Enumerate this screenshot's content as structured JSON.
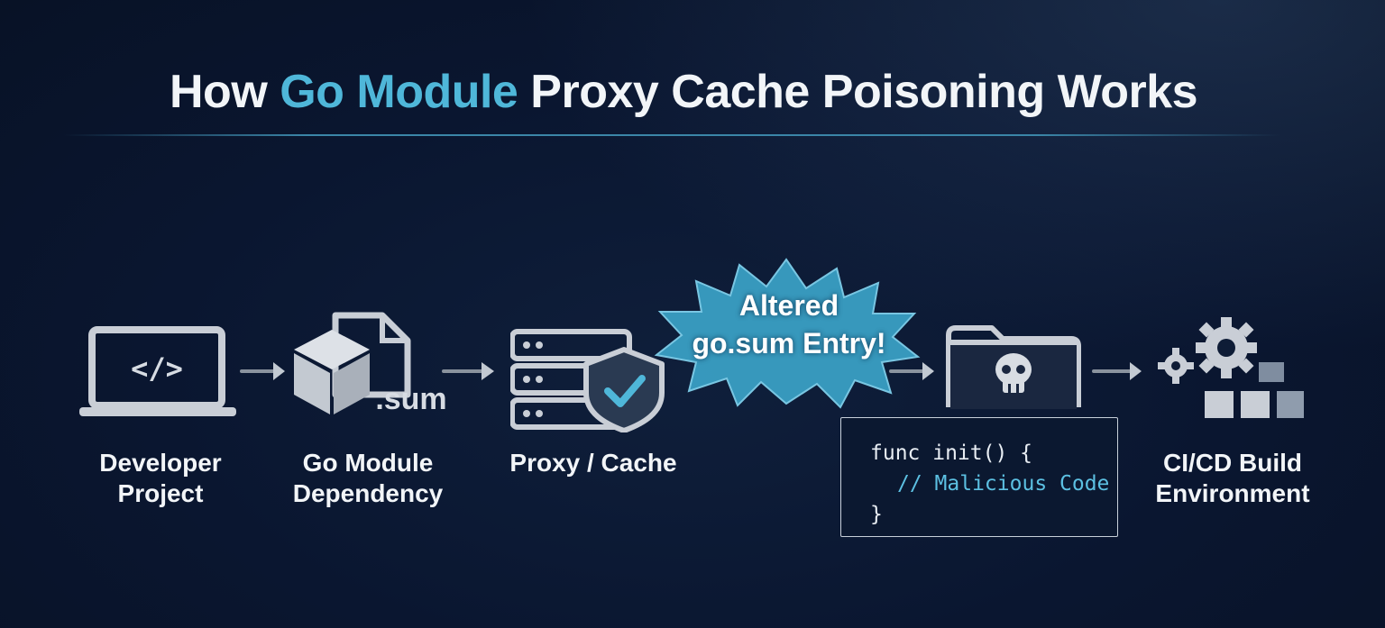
{
  "title": {
    "prefix": "How ",
    "accent": "Go Module",
    "suffix": " Proxy Cache Poisoning Works"
  },
  "steps": [
    {
      "label_line1": "Developer",
      "label_line2": "Project",
      "icon": "laptop-code-icon",
      "icon_text": "</>"
    },
    {
      "label_line1": "Go Module",
      "label_line2": "Dependency",
      "icon": "package-file-icon",
      "icon_text": ".sum"
    },
    {
      "label_line1": "Proxy / Cache",
      "label_line2": "",
      "icon": "server-shield-icon"
    },
    {
      "label_line1": "",
      "label_line2": "",
      "icon": "skull-folder-icon"
    },
    {
      "label_line1": "CI/CD Build",
      "label_line2": "Environment",
      "icon": "gears-blocks-icon"
    }
  ],
  "callout": {
    "line1": "Altered",
    "line2": "go.sum Entry!"
  },
  "code": {
    "line1": "func init() {",
    "line2": "// Malicious Code",
    "line3": "}"
  },
  "colors": {
    "background": "#0b1730",
    "accent": "#4fb7d9",
    "icon": "#c9ced6",
    "burst": "#3a9fc4"
  }
}
